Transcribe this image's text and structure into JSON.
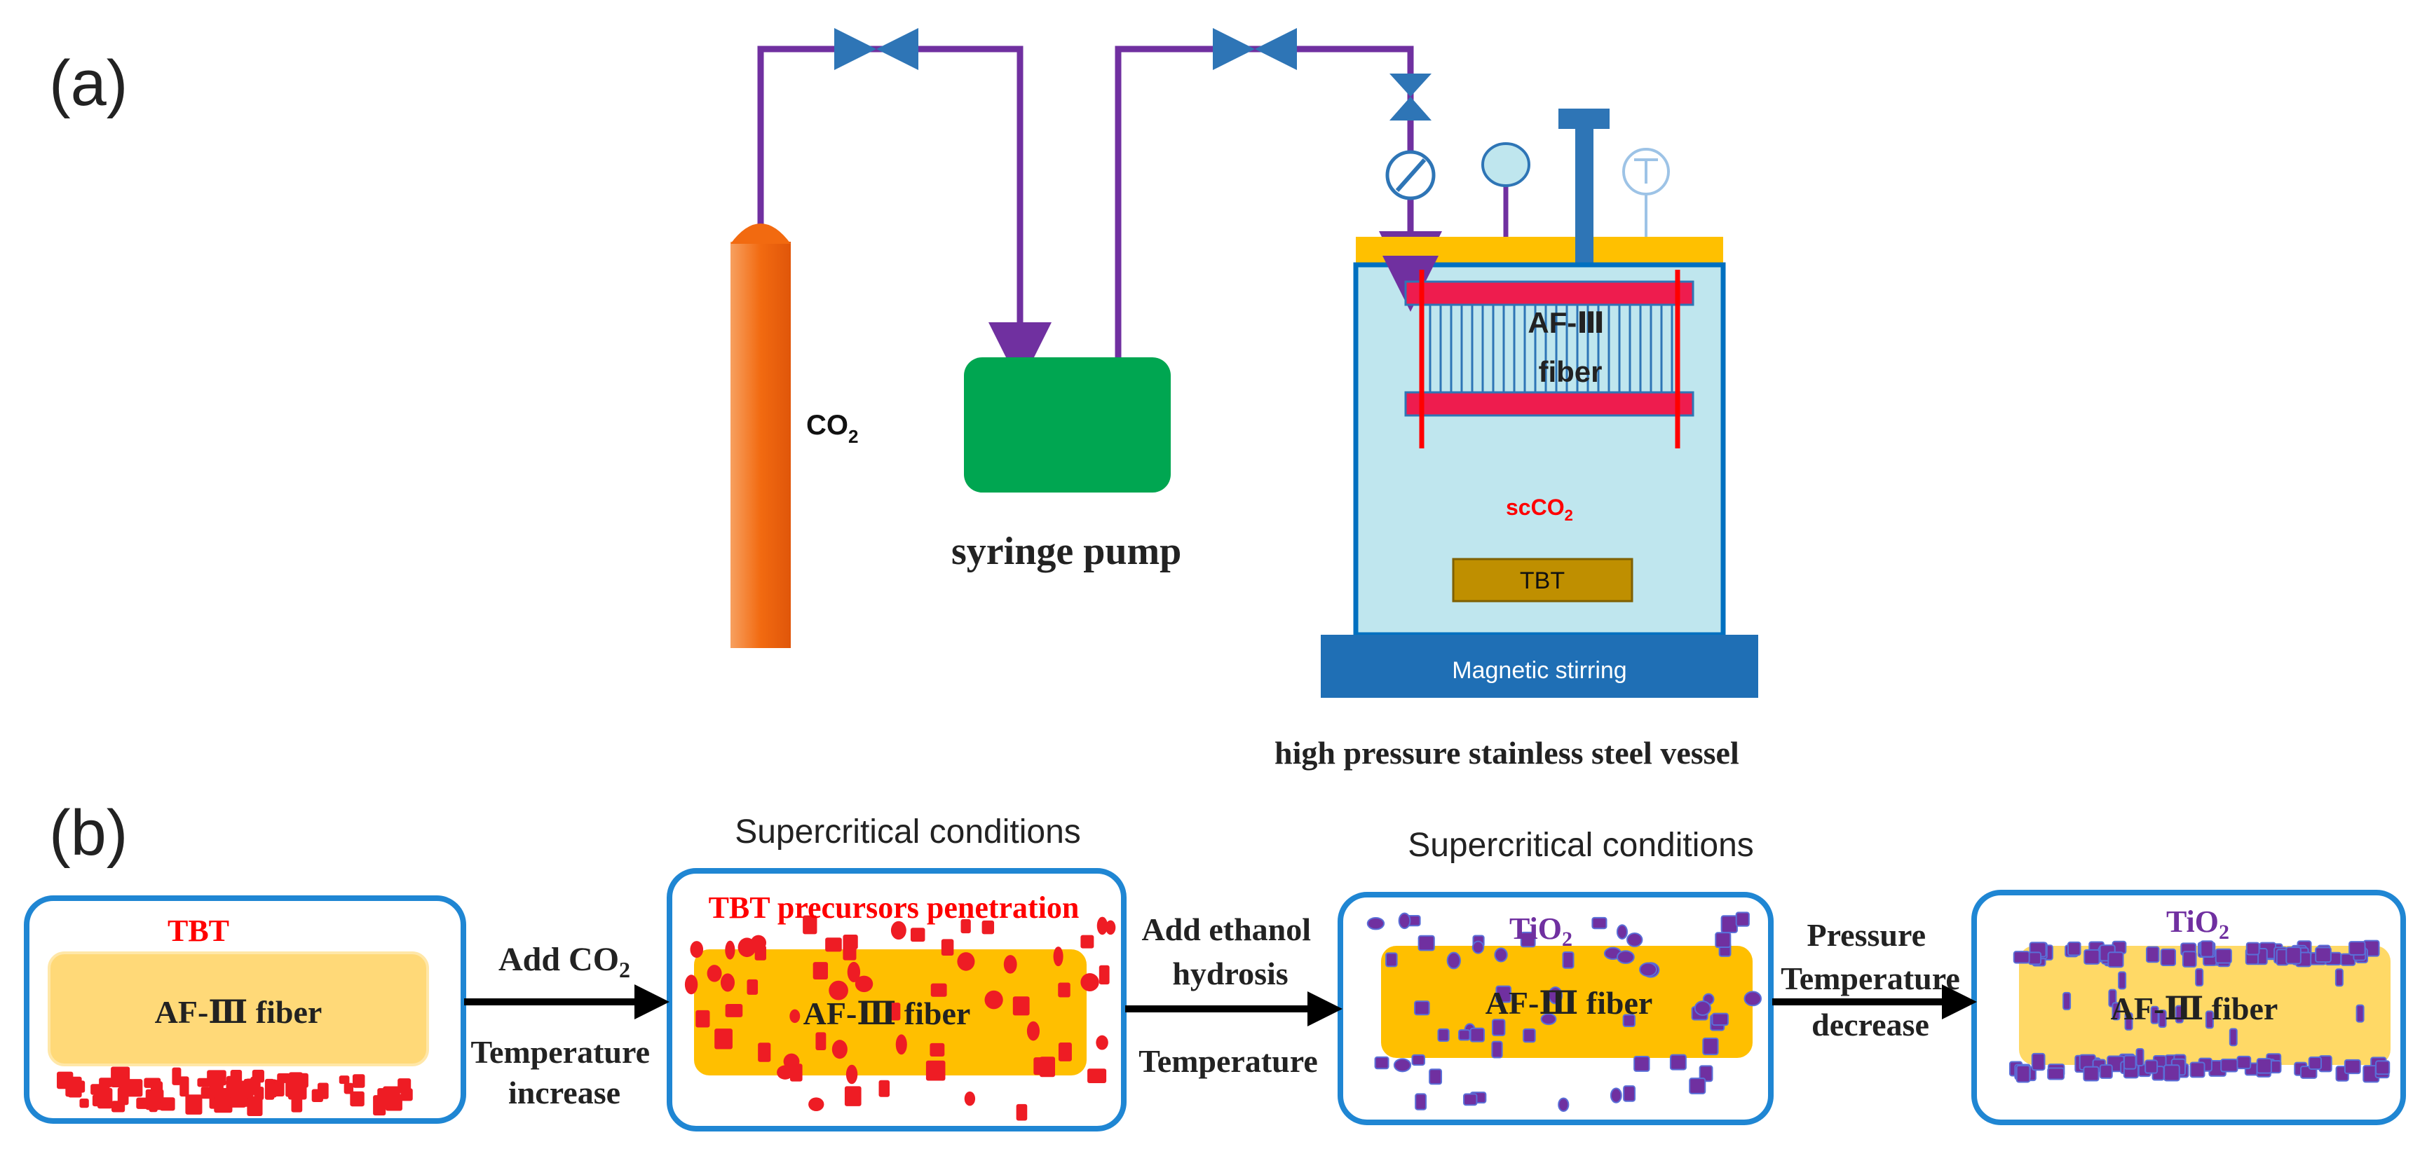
{
  "panel_a": {
    "label": "(a)",
    "co2_tank_label": "CO",
    "co2_sub": "2",
    "pump_label": "syringe pump",
    "fiber_label_line1": "AF-Ⅲ",
    "fiber_label_line2": "fiber",
    "scco2_label": "scCO",
    "scco2_sub": "2",
    "tbt_label": "TBT",
    "stirring_label": "Magnetic stirring",
    "vessel_label": "high pressure stainless steel vessel"
  },
  "panel_b": {
    "label": "(b)",
    "supercritical_1": "Supercritical conditions",
    "supercritical_2": "Supercritical conditions",
    "stage1": {
      "top_label": "TBT",
      "fiber_label": "AF-Ⅲ fiber"
    },
    "stage2": {
      "top_label": "TBT precursors penetration",
      "fiber_label": "AF-Ⅲ fiber"
    },
    "stage3": {
      "top_label": "TiO",
      "top_sub": "2",
      "fiber_label": "AF-Ⅲ fiber"
    },
    "stage4": {
      "top_label": "TiO",
      "top_sub": "2",
      "fiber_label": "AF-Ⅲ fiber"
    },
    "step1": {
      "above": "Add CO",
      "above_sub": "2",
      "below_1": "Temperature",
      "below_2": "increase"
    },
    "step2": {
      "above_1": "Add ethanol",
      "above_2": "hydrosis",
      "below": "Temperature"
    },
    "step3": {
      "above_1": "Pressure",
      "above_2": "Temperature",
      "below": "decrease"
    }
  },
  "colors": {
    "pipe": "#7030a0",
    "valve": "#2e75b6",
    "tank": "#f26a10",
    "pump": "#00a651",
    "vessel_fill": "#bfe6ee",
    "vessel_border": "#0070c0",
    "lid": "#ffc000",
    "holder": "#ee1c4e",
    "stirrer": "#1f6fb5",
    "tbt_fill": "#bf8f00",
    "box_border": "#1f86d3",
    "fiber_light": "#ffd966",
    "fiber_dark": "#ffbf00",
    "red_particle": "#ee1c24",
    "purple_particle": "#7030a0",
    "red_text": "#ff0000",
    "purple_text": "#7030a0"
  }
}
